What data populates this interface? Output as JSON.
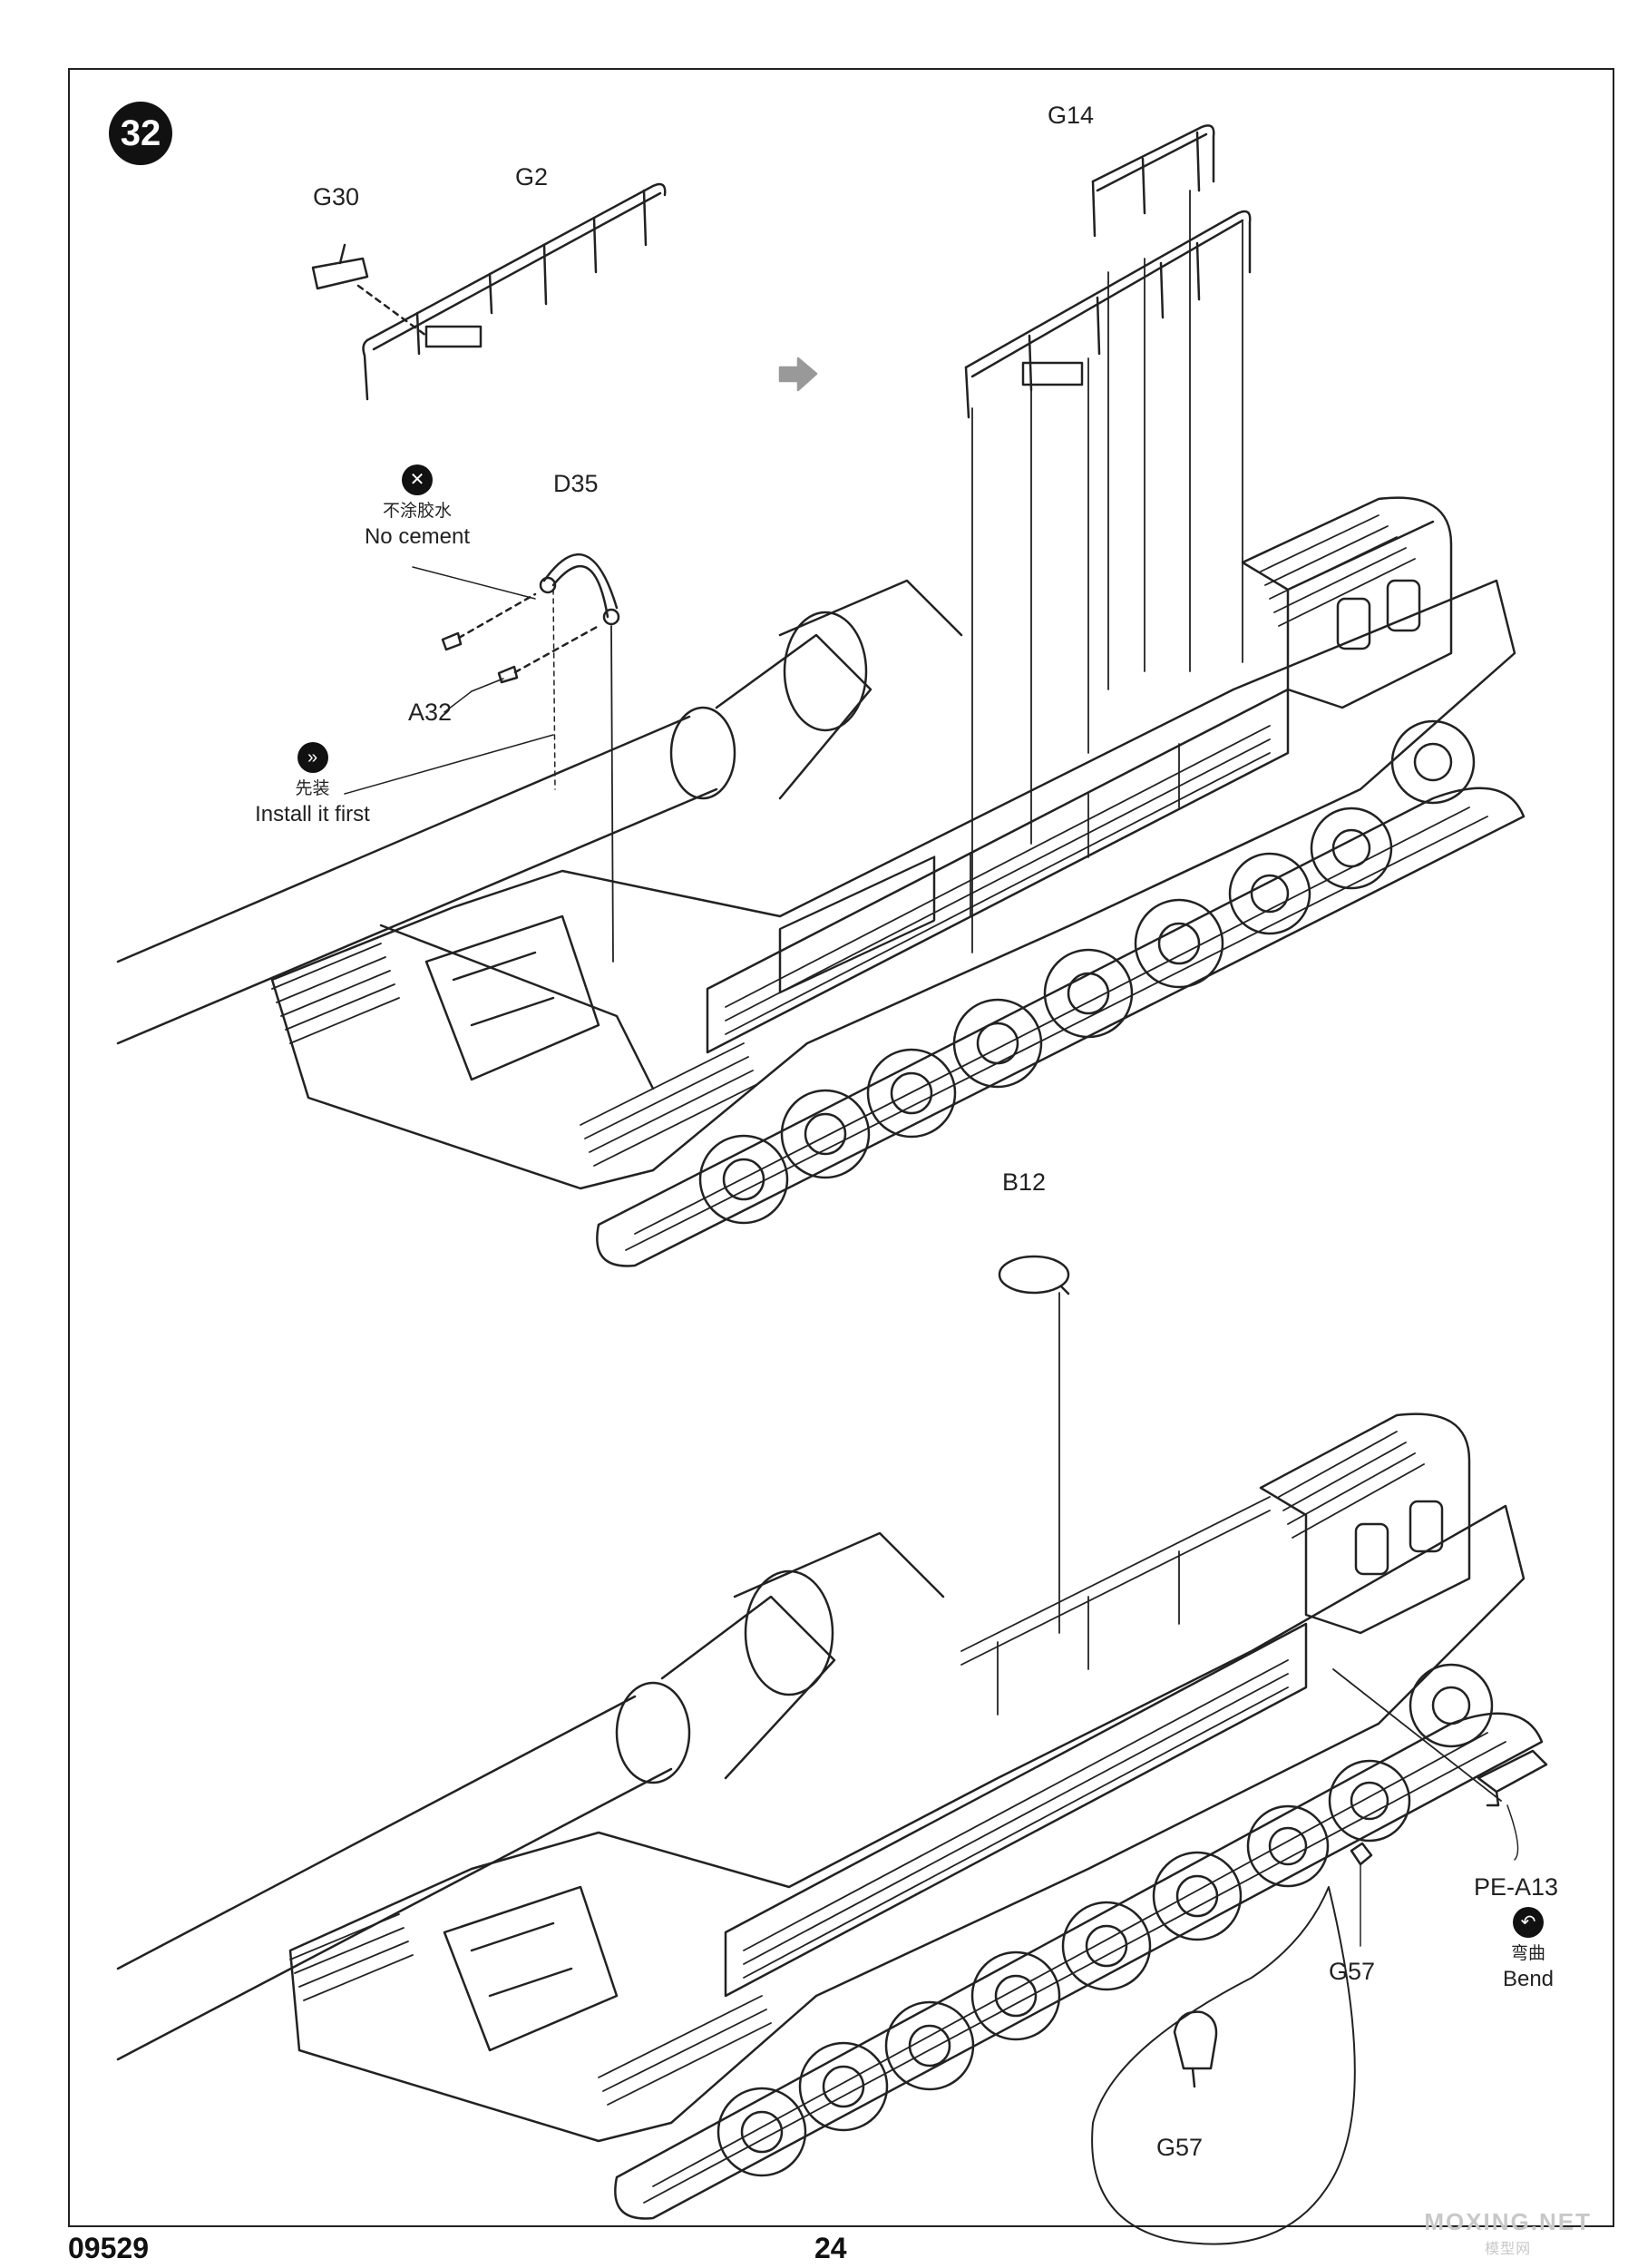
{
  "step": {
    "number": "32"
  },
  "parts": {
    "g30": "G30",
    "g2": "G2",
    "g14": "G14",
    "d35": "D35",
    "a32": "A32",
    "b12": "B12",
    "pe_a13": "PE-A13",
    "g57": "G57",
    "g57_detail": "G57"
  },
  "notes": {
    "no_cement": {
      "zh": "不涂胶水",
      "en": "No cement",
      "icon": "no-cement-icon"
    },
    "install_first": {
      "zh": "先装",
      "en": "Install it first",
      "icon": "install-first-icon"
    },
    "bend": {
      "zh": "弯曲",
      "en": "Bend",
      "icon": "bend-icon"
    }
  },
  "footer": {
    "catalog_number": "09529",
    "page_number": "24"
  },
  "watermark": {
    "main": "MOXING.NET",
    "sub": "模型网"
  }
}
